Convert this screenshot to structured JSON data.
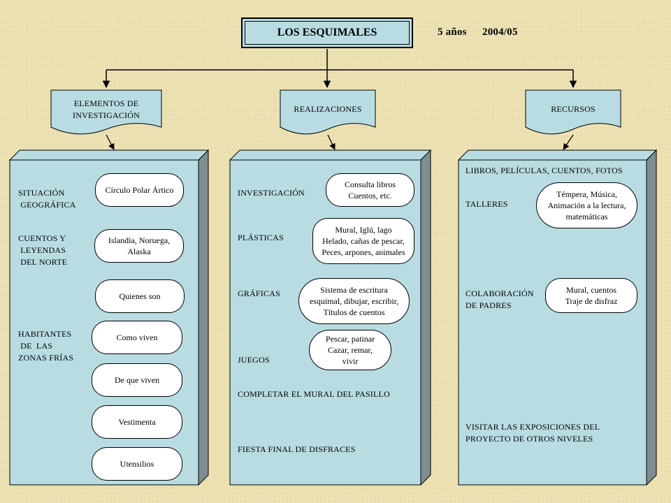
{
  "title": "LOS ESQUIMALES",
  "age": "5 años",
  "year": "2004/05",
  "columns": {
    "left": {
      "header": "ELEMENTOS DE\nINVESTIGACIÓN",
      "labels": [
        "SITUACIÓN\n GEOGRÁFICA",
        "CUENTOS Y\n LEYENDAS\n DEL NORTE",
        "HABITANTES\n DE  LAS\nZONAS FRÍAS"
      ],
      "pills": [
        "Círculo Polar Ártico",
        "Islandia, Noruega,\nAlaska",
        "Quienes son",
        "Como viven",
        "De que viven",
        "Vestimenta",
        "Utensilios"
      ]
    },
    "middle": {
      "header": "REALIZACIONES",
      "labels": [
        "INVESTIGACIÓN",
        "PLÁSTICAS",
        "GRÁFICAS",
        "JUEGOS",
        "COMPLETAR EL MURAL DEL PASILLO",
        "FIESTA FINAL DE DISFRACES"
      ],
      "pills": [
        "Consulta libros\nCuentos, etc.",
        "Mural, Iglú, lago\nHelado, cañas de pescar,\nPeces, arpones, animales",
        "Sistema de escritura\nesquimal, dibujar, escribir,\nTítulos de cuentos",
        "Pescar, patinar\nCazar, remar,\nvivir"
      ]
    },
    "right": {
      "header": "RECURSOS",
      "labels": [
        "LIBROS, PELÍCULAS, CUENTOS, FOTOS",
        "TALLERES",
        "COLABORACIÓN\nDE PADRES",
        "VISITAR LAS EXPOSICIONES DEL\nPROYECTO DE OTROS NIVELES"
      ],
      "pills": [
        "Témpera, Música,\nAnimación a la lectura,\nmatemáticas",
        "Mural, cuentos\nTraje de disfraz"
      ]
    }
  },
  "colors": {
    "panel": "#b8dce2",
    "panel_side": "#7f8e92",
    "background": "#ece1b3",
    "pill": "#ffffff"
  }
}
